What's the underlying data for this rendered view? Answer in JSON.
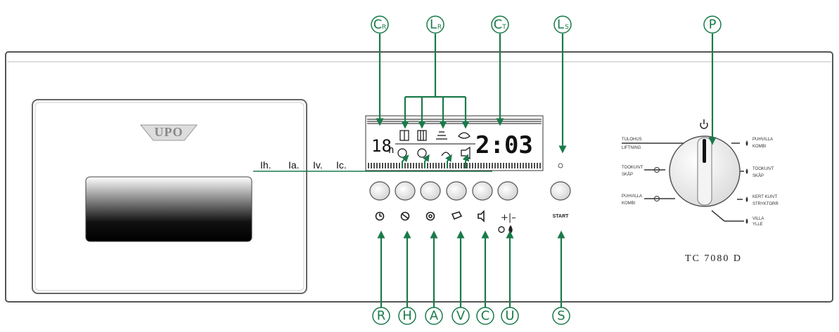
{
  "brand": "UPO",
  "model": "TC 7080 D",
  "start_label": "START",
  "display": {
    "left_digits": "18",
    "left_unit": "h",
    "right_digits": "2:03"
  },
  "indicator_labels": [
    "Ih.",
    "Ia.",
    "Iv.",
    "Ic."
  ],
  "adjust_symbol": "+|–",
  "dial_labels": {
    "left_top": [
      "TULOHUS",
      "LIFTNING"
    ],
    "left_mid": [
      "TOOKUIVT",
      "SKÅP"
    ],
    "left_low": [
      "PUHVILLA",
      "KOMBI"
    ],
    "right_top": [
      "PUHVILLA",
      "KOMBI"
    ],
    "right_mid": [
      "TOOKUIVT",
      "SKÅP"
    ],
    "right_low": [
      "KERT KUIVT",
      "STRYKTORR"
    ],
    "right_bottom": [
      "VILLA",
      "YLLE"
    ]
  },
  "callouts": {
    "top": [
      {
        "main": "C",
        "sub": "R"
      },
      {
        "main": "L",
        "sub": "R"
      },
      {
        "main": "C",
        "sub": "T"
      },
      {
        "main": "L",
        "sub": "S"
      },
      {
        "main": "P",
        "sub": ""
      }
    ],
    "bottom": [
      "R",
      "H",
      "A",
      "V",
      "C",
      "U",
      "S"
    ]
  },
  "colors": {
    "callout": "#1a7a4a",
    "panel_border": "#555555",
    "lcd_ink": "#111111"
  }
}
